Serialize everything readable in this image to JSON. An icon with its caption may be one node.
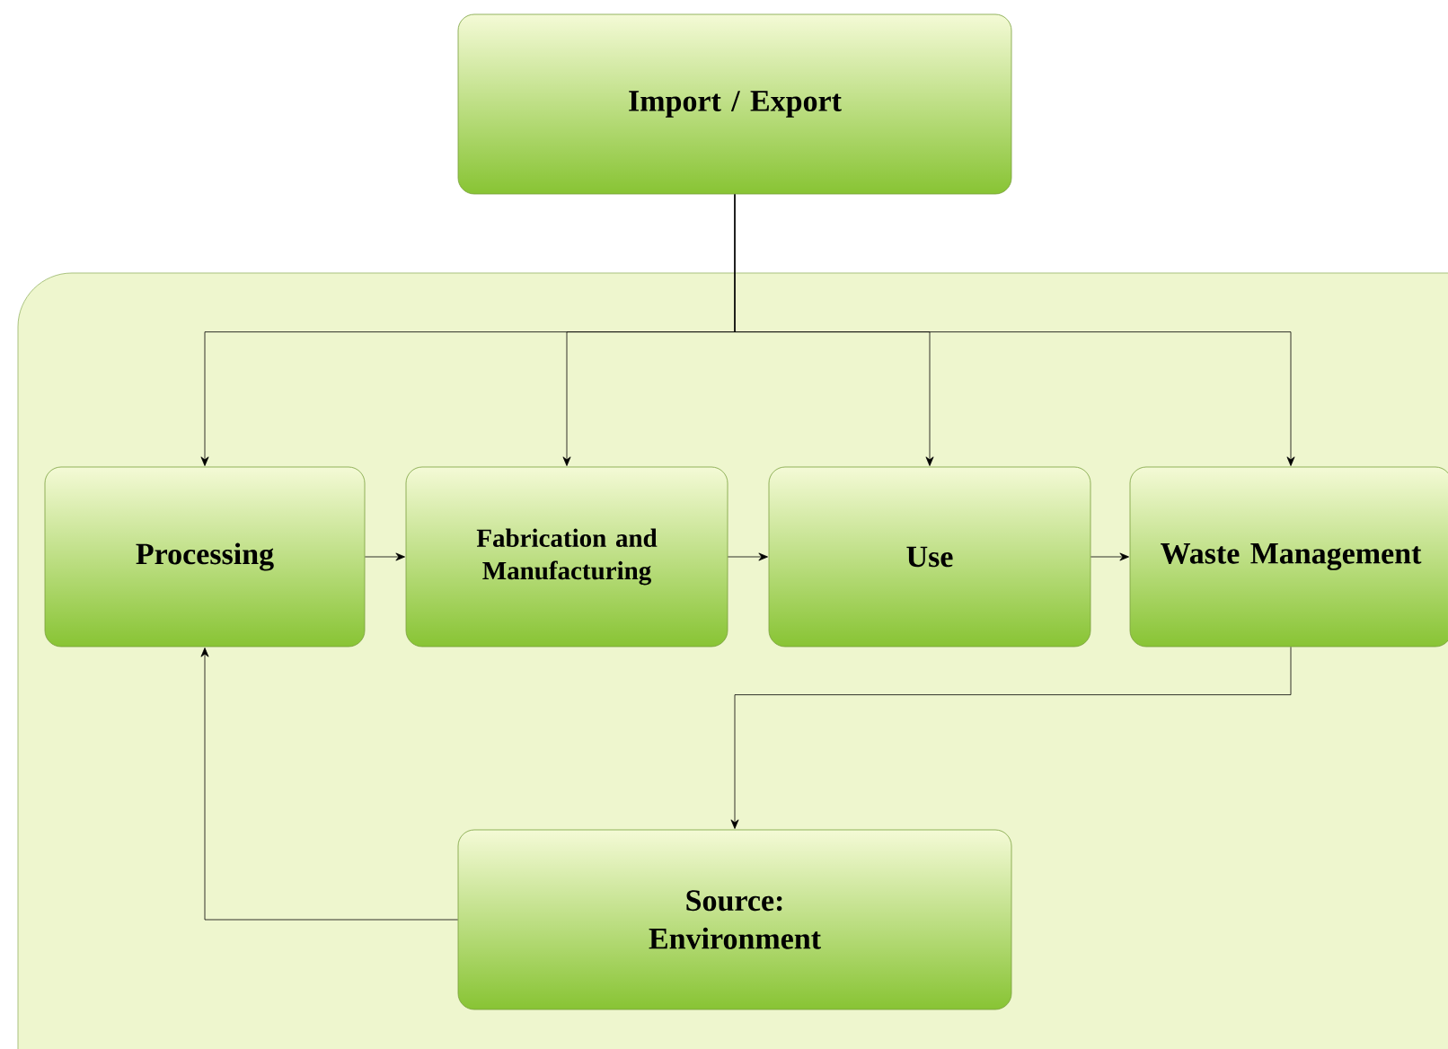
{
  "diagram": {
    "nodes": [
      {
        "text": [
          "Import / Export"
        ]
      },
      {
        "text": [],
        "shape": "box"
      },
      {
        "text": [
          "Processing"
        ],
        "in": 1
      },
      {
        "text": [
          "Fabrication and Manufacturing"
        ],
        "in": 1
      },
      {
        "text": [
          "Use"
        ],
        "in": 1
      },
      {
        "text": [
          "Waste Management"
        ],
        "in": 1
      },
      {
        "text": [
          "Source: Environment"
        ],
        "in": 1
      }
    ],
    "edges": [
      {
        "from": 0,
        "to": 2,
        "arrow": "to"
      },
      {
        "from": 0,
        "to": 3,
        "arrow": "to"
      },
      {
        "from": 0,
        "to": 4,
        "arrow": "to"
      },
      {
        "from": 0,
        "to": 5,
        "arrow": "to"
      },
      {
        "from": 2,
        "to": 3,
        "arrow": "to"
      },
      {
        "from": 3,
        "to": 4,
        "arrow": "to"
      },
      {
        "from": 4,
        "to": 5,
        "arrow": "to"
      },
      {
        "from": 5,
        "to": 6,
        "arrow": "to"
      },
      {
        "from": 6,
        "to": 2,
        "arrow": "to"
      }
    ]
  }
}
